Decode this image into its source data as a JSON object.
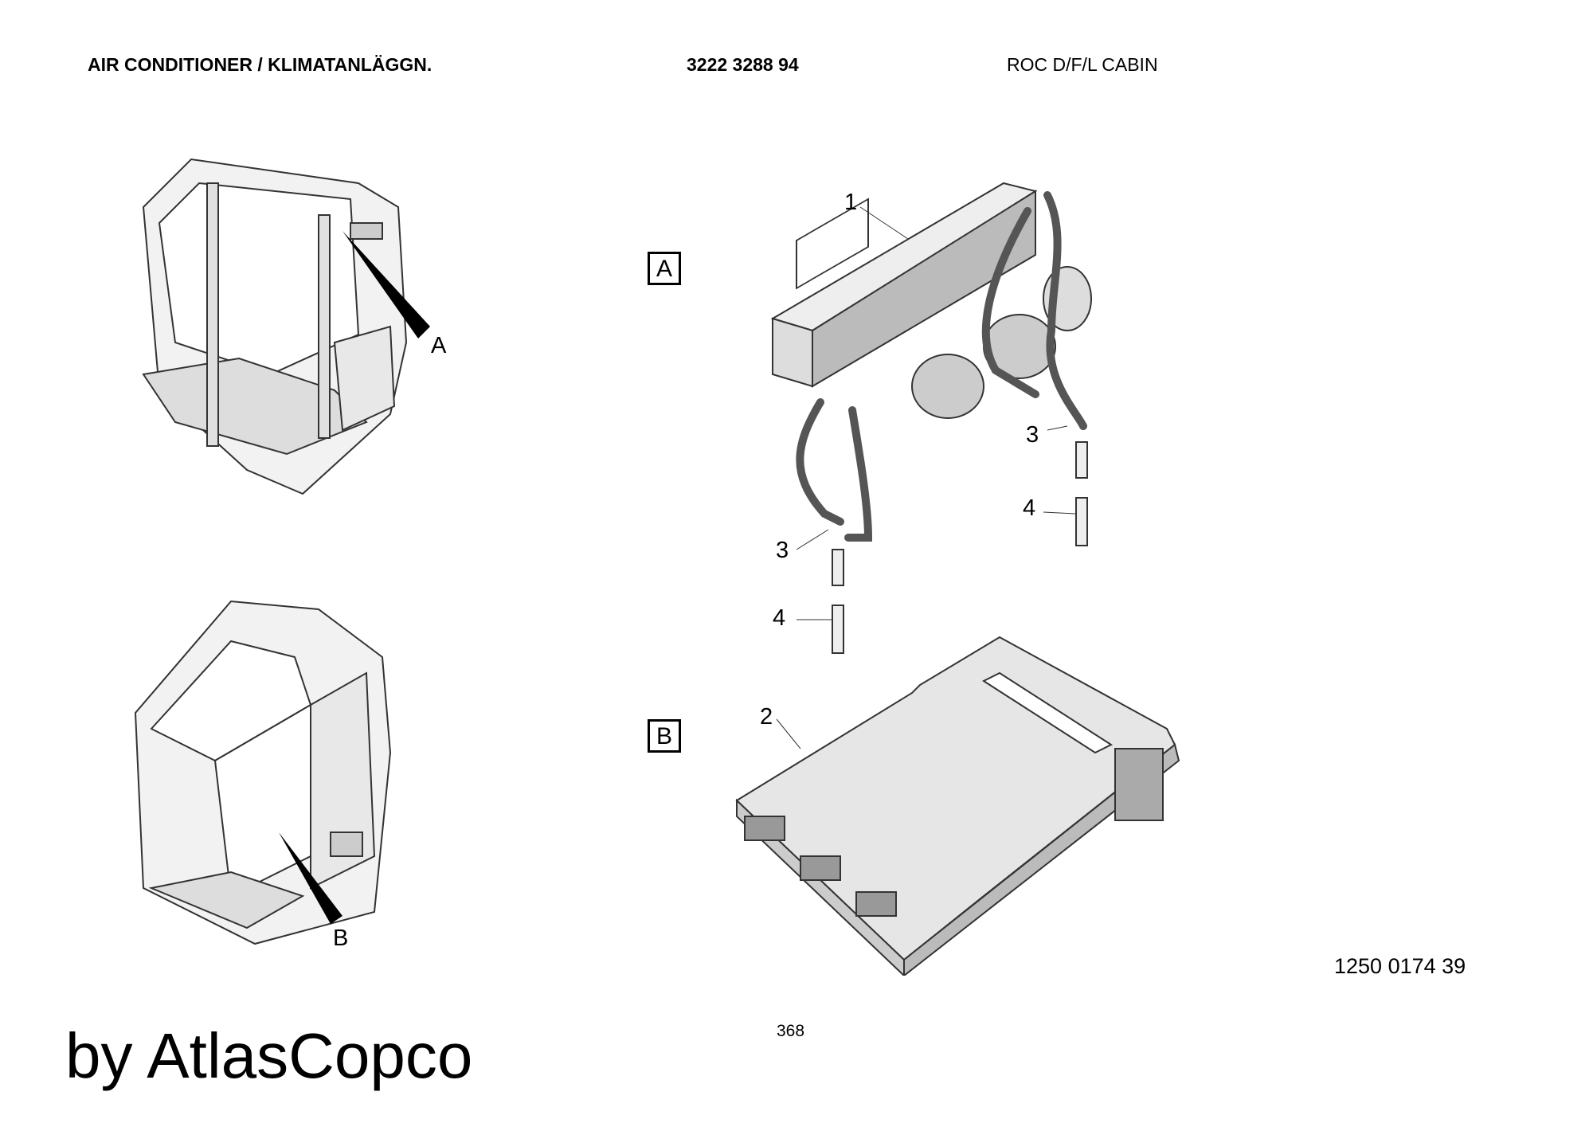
{
  "header": {
    "title": "AIR CONDITIONER / KLIMATANLÄGGN.",
    "part_number": "3222 3288 94",
    "model": "ROC D/F/L CABIN"
  },
  "views": {
    "a_label": "A",
    "b_label": "B"
  },
  "callouts": {
    "item1": "1",
    "item2": "2",
    "item3_right": "3",
    "item4_right": "4",
    "item3_left": "3",
    "item4_left": "4"
  },
  "footer": {
    "drawing_number": "1250 0174 39",
    "page_number": "368",
    "brand": "by AtlasCopco"
  }
}
